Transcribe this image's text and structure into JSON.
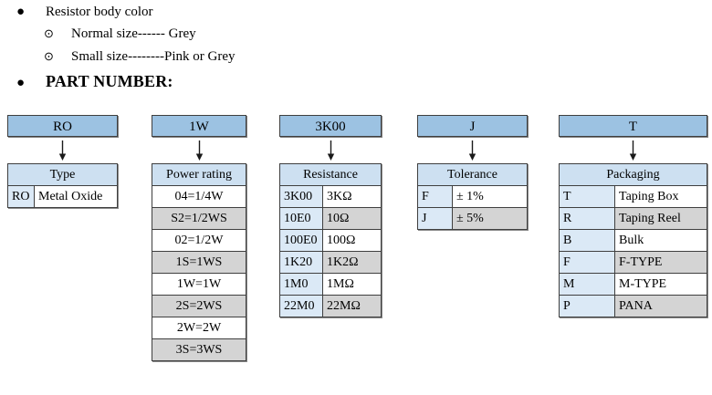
{
  "notes": {
    "heading": "Resistor body color",
    "sub_items": [
      "Normal size------ Grey",
      "Small size--------Pink or Grey"
    ],
    "part_number_heading": "PART NUMBER:"
  },
  "colors": {
    "top_box_blue": "#9cc2e2",
    "header_blue": "#cde0f1",
    "code_cell_blue": "#dbe9f6",
    "grey_row": "#d4d4d4",
    "border": "#3f3f3f"
  },
  "icons": {
    "bullet_disc": "●",
    "bullet_circle_dot": "⊙",
    "arrow_down": "arrow-down-icon"
  },
  "part_number": {
    "columns": [
      {
        "id": "type",
        "example": "RO",
        "header": "Type",
        "layout": "two-column",
        "rows": [
          {
            "code": "RO",
            "value": "Metal Oxide",
            "shade": "white"
          }
        ]
      },
      {
        "id": "power-rating",
        "example": "1W",
        "header": "Power rating",
        "layout": "single-column",
        "rows": [
          {
            "value": "04=1/4W",
            "shade": "white"
          },
          {
            "value": "S2=1/2WS",
            "shade": "grey"
          },
          {
            "value": "02=1/2W",
            "shade": "white"
          },
          {
            "value": "1S=1WS",
            "shade": "grey"
          },
          {
            "value": "1W=1W",
            "shade": "white"
          },
          {
            "value": "2S=2WS",
            "shade": "grey"
          },
          {
            "value": "2W=2W",
            "shade": "white"
          },
          {
            "value": "3S=3WS",
            "shade": "grey"
          }
        ]
      },
      {
        "id": "resistance",
        "example": "3K00",
        "header": "Resistance",
        "layout": "two-column",
        "rows": [
          {
            "code": "3K00",
            "value": "3KΩ",
            "shade": "white"
          },
          {
            "code": "10E0",
            "value": "10Ω",
            "shade": "grey"
          },
          {
            "code": "100E0",
            "value": "100Ω",
            "shade": "white"
          },
          {
            "code": "1K20",
            "value": "1K2Ω",
            "shade": "grey"
          },
          {
            "code": "1M0",
            "value": "1MΩ",
            "shade": "white"
          },
          {
            "code": "22M0",
            "value": "22MΩ",
            "shade": "grey"
          }
        ]
      },
      {
        "id": "tolerance",
        "example": "J",
        "header": "Tolerance",
        "layout": "two-column",
        "rows": [
          {
            "code": "F",
            "value": "± 1%",
            "shade": "white"
          },
          {
            "code": "J",
            "value": "± 5%",
            "shade": "grey"
          }
        ]
      },
      {
        "id": "packaging",
        "example": "T",
        "header": "Packaging",
        "layout": "two-column",
        "rows": [
          {
            "code": "T",
            "value": "Taping Box",
            "shade": "white"
          },
          {
            "code": "R",
            "value": "Taping Reel",
            "shade": "grey"
          },
          {
            "code": "B",
            "value": "Bulk",
            "shade": "white"
          },
          {
            "code": "F",
            "value": "F-TYPE",
            "shade": "grey"
          },
          {
            "code": "M",
            "value": "M-TYPE",
            "shade": "white"
          },
          {
            "code": "P",
            "value": "PANA",
            "shade": "grey"
          }
        ]
      }
    ]
  }
}
